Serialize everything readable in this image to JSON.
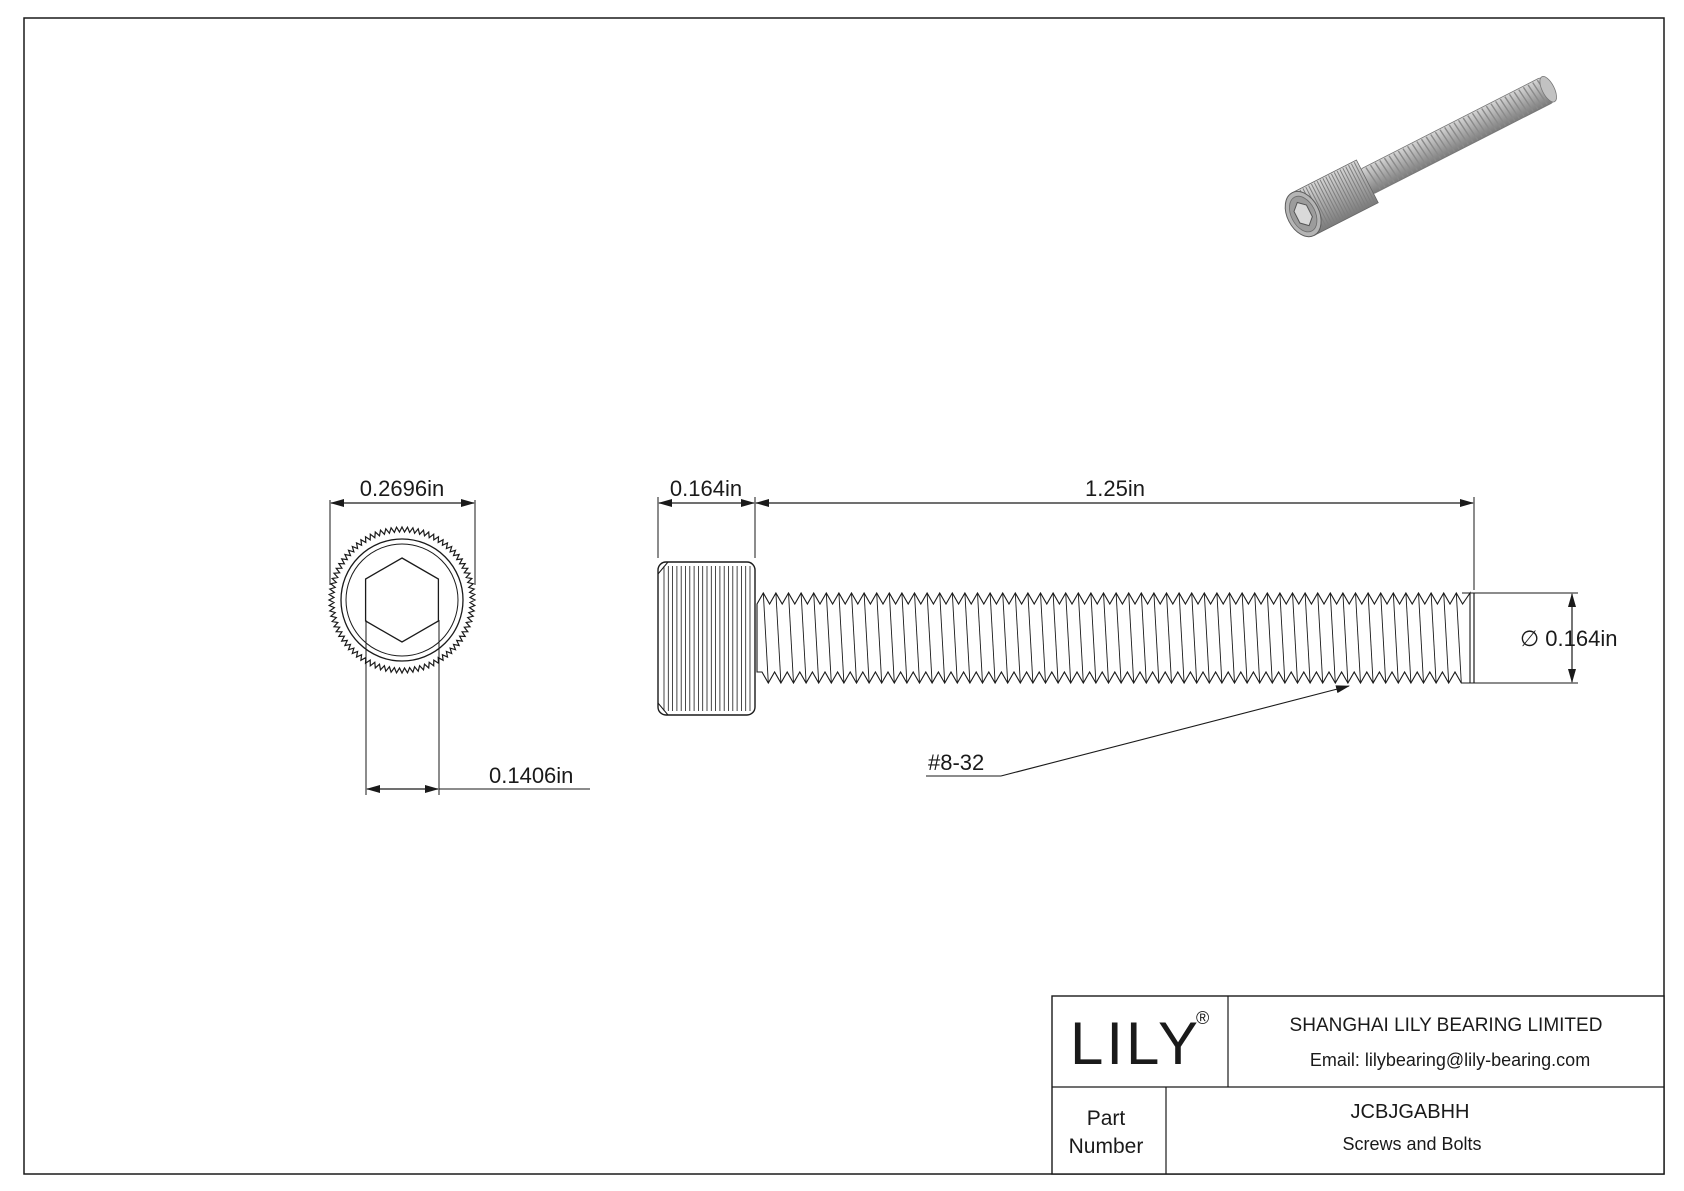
{
  "dimensions": {
    "head_diameter": "0.2696in",
    "socket_size": "0.1406in",
    "head_height": "0.164in",
    "length": "1.25in",
    "thread_diameter": "∅ 0.164in",
    "thread_spec": "#8-32"
  },
  "title_block": {
    "logo": "LILY",
    "logo_mark": "®",
    "company": "SHANGHAI LILY BEARING LIMITED",
    "email": "Email: lilybearing@lily-bearing.com",
    "part_label_line1": "Part",
    "part_label_line2": "Number",
    "part_number": "JCBJGABHH",
    "category": "Screws and Bolts"
  },
  "colors": {
    "line": "#1a1a1a",
    "metal_light": "#c9c9c9",
    "metal_mid": "#a6a6a6",
    "metal_dark": "#6e6e6e"
  }
}
